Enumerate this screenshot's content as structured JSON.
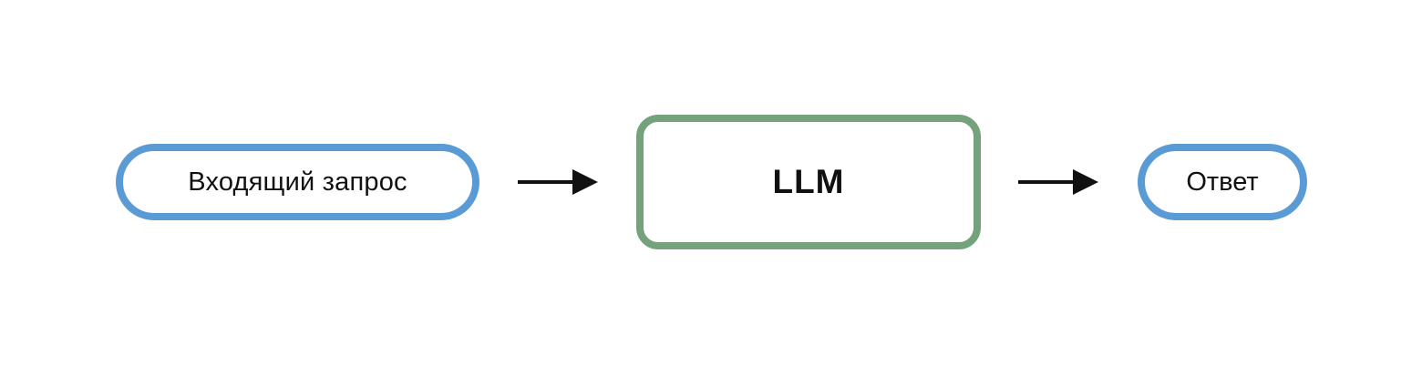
{
  "diagram": {
    "nodes": [
      {
        "id": "input",
        "label": "Входящий запрос",
        "shape": "pill",
        "border_color": "#5b9bd5"
      },
      {
        "id": "llm",
        "label": "LLM",
        "shape": "rounded-rectangle",
        "border_color": "#74a27c"
      },
      {
        "id": "output",
        "label": "Ответ",
        "shape": "pill",
        "border_color": "#5b9bd5"
      }
    ],
    "edges": [
      {
        "from": "input",
        "to": "llm",
        "color": "#111111"
      },
      {
        "from": "llm",
        "to": "output",
        "color": "#111111"
      }
    ]
  }
}
